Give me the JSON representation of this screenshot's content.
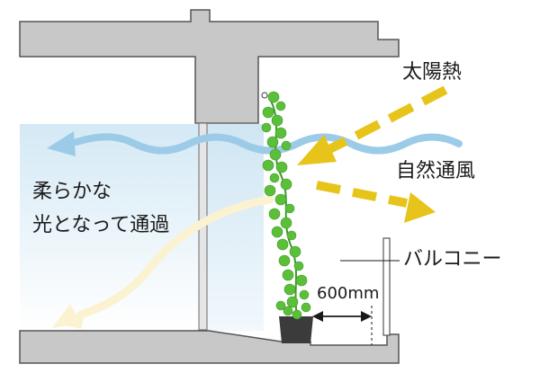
{
  "labels": {
    "solar_heat": "太陽熱",
    "natural_wind": "自然通風",
    "soft_light_line1": "柔らかな",
    "soft_light_line2": "光となって通過",
    "balcony": "バルコニー",
    "dimension": "600mm"
  },
  "colors": {
    "concrete": "#c8c8c8",
    "concrete_edge": "#555555",
    "room_gradient_top": "#d7ebf6",
    "room_gradient_bottom": "#ffffff",
    "wind_arrow": "#9ccbe8",
    "solar_arrow": "#e6c419",
    "light_path": "#fbf2d2",
    "plant_leaf": "#5cbf3a",
    "plant_leaf_dark": "#3d9a28",
    "pot": "#3b3b3b"
  }
}
